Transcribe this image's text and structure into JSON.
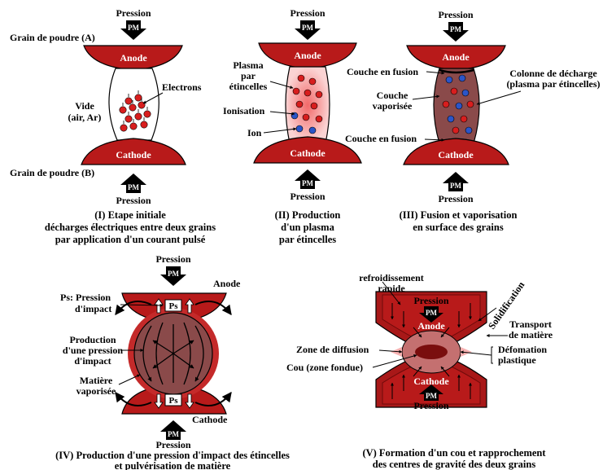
{
  "colors": {
    "electrode": "#b81a1a",
    "electrode_dark": "#6e0a0a",
    "plasma_pink": "#f4a6a6",
    "molten": "#8a4a4a",
    "neck": "#b06060",
    "ion_blue": "#2b55c8",
    "electron_red": "#d81e1e"
  },
  "common": {
    "pressure": "Pression",
    "pm": "PM",
    "anode": "Anode",
    "cathode": "Cathode",
    "ps": "Ps"
  },
  "panel1": {
    "grain_a": "Grain de poudre (A)",
    "grain_b": "Grain de poudre (B)",
    "electrons": "Electrons",
    "vide_1": "Vide",
    "vide_2": "(air, Ar)",
    "caption": [
      "(I) Etape initiale",
      "décharges électriques entre deux grains",
      "par application d'un courant pulsé"
    ]
  },
  "panel2": {
    "plasma": [
      "Plasma",
      "par",
      "étincelles"
    ],
    "ionisation": "Ionisation",
    "ion": "Ion",
    "caption": [
      "(II) Production",
      "d'un plasma",
      "par étincelles"
    ]
  },
  "panel3": {
    "couche_fusion": "Couche en fusion",
    "couche_vap": [
      "Couche",
      "vaporisée"
    ],
    "colonne": [
      "Colonne de décharge",
      "(plasma par étincelles)"
    ],
    "caption": [
      "(III) Fusion et vaporisation",
      "en surface des grains"
    ]
  },
  "panel4": {
    "ps_label": [
      "Ps: Pression",
      "d'impact"
    ],
    "production": [
      "Production",
      "d'une pression",
      "d'impact"
    ],
    "matiere": [
      "Matière",
      "vaporisée"
    ],
    "caption": [
      "(IV) Production d'une pression d'impact des étincelles",
      "et pulvérisation de matière"
    ]
  },
  "panel5": {
    "refroid": [
      "refroidissement",
      "rapide"
    ],
    "solidification": "Solidification",
    "transport": [
      "Transport",
      "de matière"
    ],
    "zone_diffusion": "Zone de diffusion",
    "cou": "Cou (zone fondue)",
    "deformation": [
      "Défomation",
      "plastique"
    ],
    "caption": [
      "(V) Formation d'un cou et rapprochement",
      "des centres de gravité des deux grains"
    ]
  }
}
